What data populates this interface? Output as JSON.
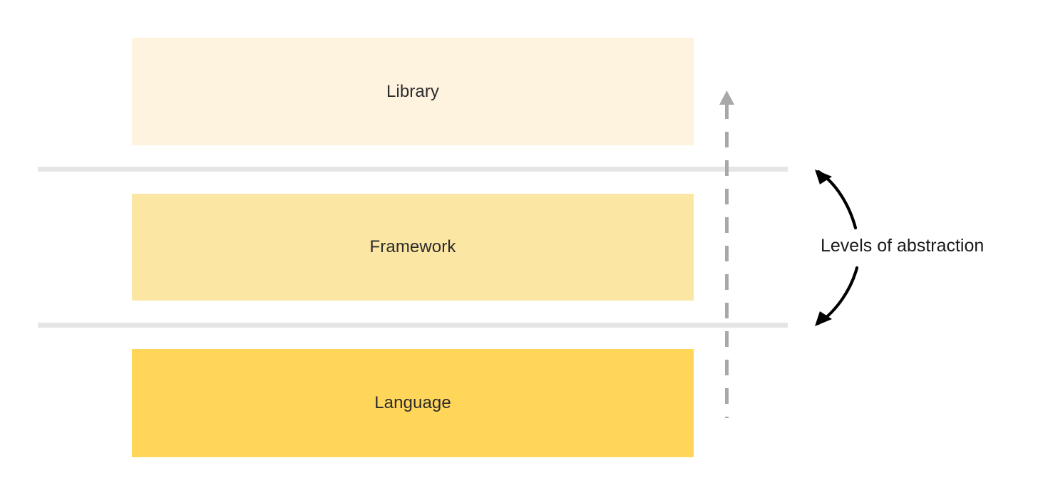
{
  "diagram": {
    "title": "Levels of abstraction",
    "background_color": "#ffffff",
    "layers": [
      {
        "id": "library",
        "label": "Library",
        "fill": "#FDF3DF",
        "level": 3,
        "position": "top"
      },
      {
        "id": "framework",
        "label": "Framework",
        "fill": "#FCE6A4",
        "level": 2,
        "position": "middle"
      },
      {
        "id": "language",
        "label": "Language",
        "fill": "#FFD65A",
        "level": 1,
        "position": "bottom"
      }
    ],
    "dividers": [
      {
        "id": "divider-upper",
        "color": "#e5e5e5",
        "between": "Library / Framework"
      },
      {
        "id": "divider-lower",
        "color": "#e5e5e5",
        "between": "Framework / Language"
      }
    ],
    "axis": {
      "id": "abstraction-axis",
      "style": "dashed",
      "color": "#a8a8a8",
      "direction": "upward",
      "meaning": "increasing abstraction"
    },
    "annotation": {
      "label": "Levels of abstraction",
      "text_color": "#1a1a1a",
      "arrow_color": "#000000",
      "arrows": [
        {
          "id": "curve-up",
          "direction": "up-left"
        },
        {
          "id": "curve-down",
          "direction": "down-left"
        }
      ]
    }
  }
}
